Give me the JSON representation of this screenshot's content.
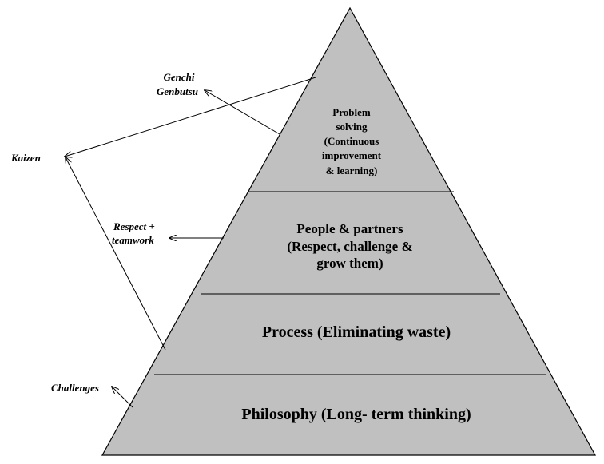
{
  "pyramid": {
    "fill": "#c0c0c0",
    "stroke": "#000000",
    "layers": [
      {
        "id": "problem-solving",
        "lines": [
          "Problem",
          "solving",
          "(Continuous",
          "improvement",
          "& learning)"
        ]
      },
      {
        "id": "people-partners",
        "lines": [
          "People & partners",
          "(Respect, challenge &",
          "grow them)"
        ]
      },
      {
        "id": "process",
        "lines": [
          "Process (Eliminating waste)"
        ]
      },
      {
        "id": "philosophy",
        "lines": [
          "Philosophy (Long- term thinking)"
        ]
      }
    ]
  },
  "side_labels": {
    "genchi": [
      "Genchi",
      "Genbutsu"
    ],
    "kaizen": "Kaizen",
    "respect": [
      "Respect +",
      "teamwork"
    ],
    "challenges": "Challenges"
  }
}
